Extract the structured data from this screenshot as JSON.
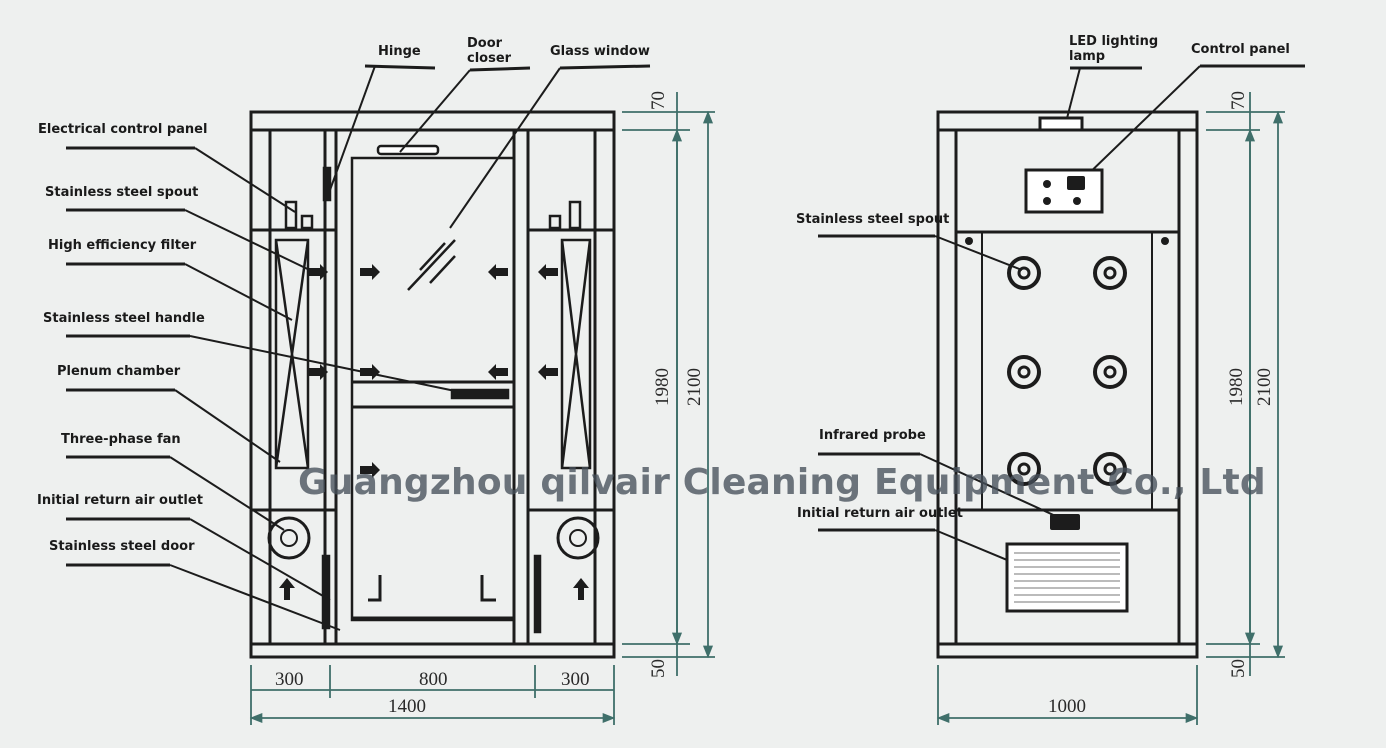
{
  "labels_left": {
    "electrical_control_panel": "Electrical control panel",
    "stainless_steel_spout": "Stainless steel spout",
    "high_efficiency_filter": "High efficiency filter",
    "stainless_steel_handle": "Stainless steel handle",
    "plenum_chamber": "Plenum chamber",
    "three_phase_fan": "Three-phase fan",
    "initial_return_air_outlet": "Initial return air outlet",
    "stainless_steel_door": "Stainless steel door"
  },
  "labels_top": {
    "hinge": "Hinge",
    "door_closer": "Door closer",
    "glass_window": "Glass window",
    "led_lighting_lamp": "LED lighting lamp",
    "control_panel": "Control panel"
  },
  "labels_right_view": {
    "stainless_steel_spout": "Stainless steel spout",
    "infrared_probe": "Infrared probe",
    "initial_return_air_outlet": "Initial return air outlet"
  },
  "dimensions": {
    "front": {
      "top": "70",
      "inner_height": "1980",
      "total_height": "2100",
      "bottom": "50",
      "left": "300",
      "middle": "800",
      "right": "300",
      "total_width": "1400"
    },
    "side": {
      "top": "70",
      "inner_height": "1980",
      "total_height": "2100",
      "bottom": "50",
      "total_width": "1000"
    }
  },
  "watermark": "Guangzhou qilvair Cleaning Equipment Co., Ltd",
  "colors": {
    "line": "#1c1c1c",
    "dimension": "#3f6f6a",
    "background": "#eef0ef"
  }
}
